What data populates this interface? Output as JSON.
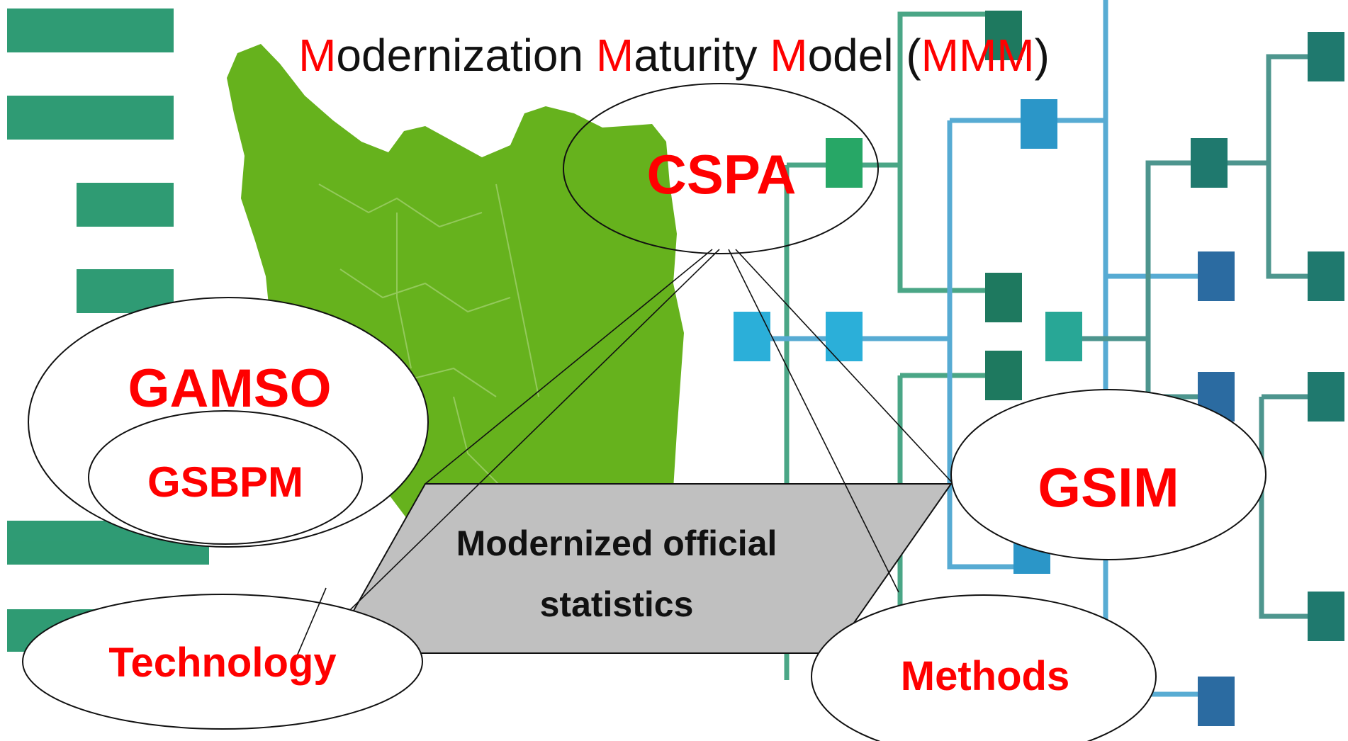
{
  "title": {
    "parts": [
      {
        "text": "M",
        "highlight": true
      },
      {
        "text": "odernization ",
        "highlight": false
      },
      {
        "text": "M",
        "highlight": true
      },
      {
        "text": "aturity ",
        "highlight": false
      },
      {
        "text": "M",
        "highlight": true
      },
      {
        "text": "odel (",
        "highlight": false
      },
      {
        "text": "MMM",
        "highlight": true
      },
      {
        "text": ")",
        "highlight": false
      }
    ]
  },
  "nodes": {
    "cspa": "CSPA",
    "gamso": "GAMSO",
    "gsbpm": "GSBPM",
    "gsim": "GSIM",
    "technology": "Technology",
    "methods": "Methods"
  },
  "center": {
    "line1": "Modernized official",
    "line2": "statistics"
  },
  "colors": {
    "highlight": "#ff0000",
    "text": "#111111",
    "map_green": "#5aac0a",
    "panel_gray": "#c0c0c0",
    "green_dark": "#0a7f55",
    "blue": "#1a92c8",
    "teal": "#0b6e66"
  }
}
